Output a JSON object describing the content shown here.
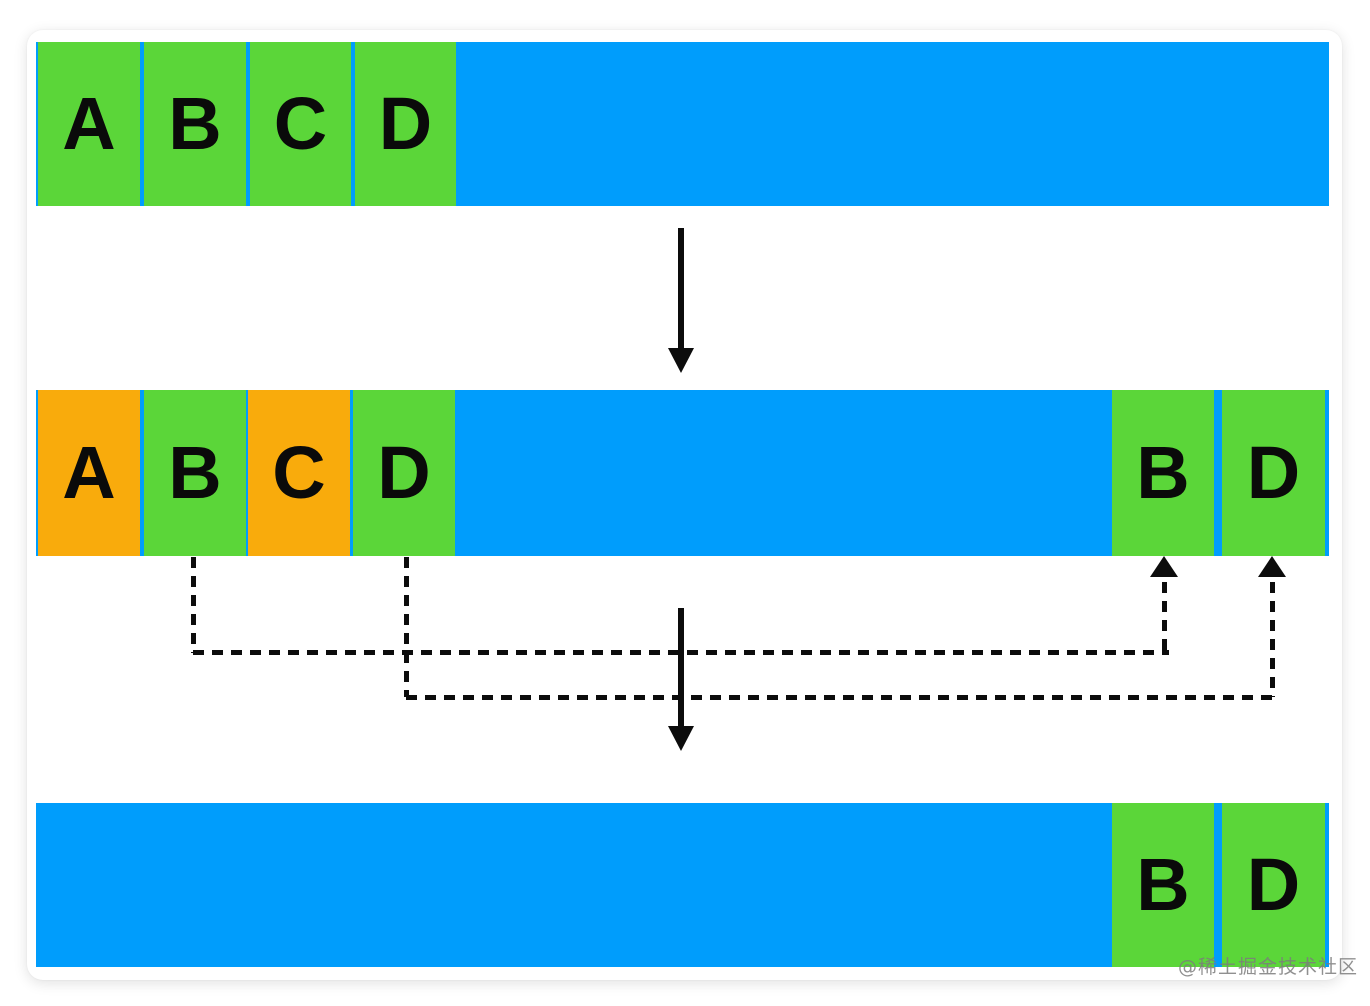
{
  "colors": {
    "free_space_blue": "#009dfc",
    "live_block_green": "#5bd639",
    "garbage_block_orange": "#f9ab0c",
    "arrow_black": "#0c0c0c",
    "card_background": "#ffffff",
    "letter_color": "#0a0a0a",
    "watermark_gray": "#7d7d7d"
  },
  "rows": {
    "top": {
      "name": "heap-before-gc",
      "blocks": [
        {
          "label": "A",
          "state": "live"
        },
        {
          "label": "B",
          "state": "live"
        },
        {
          "label": "C",
          "state": "live"
        },
        {
          "label": "D",
          "state": "live"
        }
      ]
    },
    "middle": {
      "name": "heap-after-mark",
      "left_blocks": [
        {
          "label": "A",
          "state": "garbage"
        },
        {
          "label": "B",
          "state": "live"
        },
        {
          "label": "C",
          "state": "garbage"
        },
        {
          "label": "D",
          "state": "live"
        }
      ],
      "right_blocks": [
        {
          "label": "B",
          "state": "live"
        },
        {
          "label": "D",
          "state": "live"
        }
      ]
    },
    "bottom": {
      "name": "heap-after-compact",
      "right_blocks": [
        {
          "label": "B",
          "state": "live"
        },
        {
          "label": "D",
          "state": "live"
        }
      ]
    }
  },
  "icons": {
    "down_arrow": "solid black down arrow (css triangle)",
    "up_arrowhead": "solid black up triangle",
    "dashed_connector": "black dashed relocation path"
  },
  "watermark": "@稀土掘金技术社区"
}
